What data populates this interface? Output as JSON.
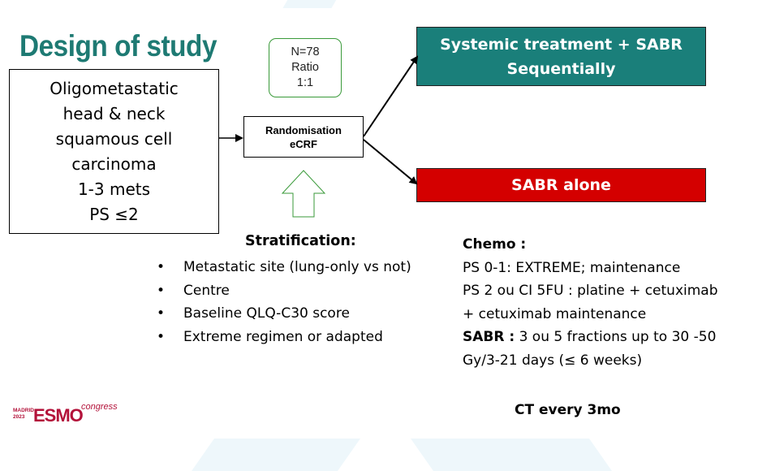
{
  "slide": {
    "title": "Design of study",
    "population": {
      "lines": [
        "Oligometastatic",
        "head & neck",
        "squamous cell",
        "carcinoma",
        "1-3 mets",
        "PS ≤2"
      ]
    },
    "sample": {
      "lines": [
        "N=78",
        "Ratio",
        "1:1"
      ]
    },
    "randomisation": {
      "line1": "Randomisation",
      "line2": "eCRF"
    },
    "arms": [
      {
        "lines": [
          "Systemic treatment + SABR",
          "Sequentially"
        ],
        "color": "#1a7f7a"
      },
      {
        "lines": [
          "SABR alone"
        ],
        "color": "#d40000"
      }
    ],
    "stratification": {
      "title": "Stratification:",
      "items": [
        "Metastatic site (lung-only vs not)",
        "Centre",
        "Baseline QLQ-C30 score",
        "Extreme regimen or adapted"
      ]
    },
    "chemo": {
      "title": "Chemo :",
      "line1": "PS 0-1: EXTREME;  maintenance",
      "line2": "PS 2 ou CI 5FU : platine + cetuximab",
      "line3": "+ cetuximab maintenance",
      "sabr_label": "SABR  :",
      "sabr_text": " 3 ou 5 fractions up to 30 -50",
      "line5": "Gy/3-21 days (≤ 6 weeks)"
    },
    "ct_followup": "CT every 3mo",
    "logo": {
      "city": "MADRID",
      "year": "2023",
      "brand": "ESMO",
      "suffix": "congress",
      "color": "#b3123a"
    },
    "colors": {
      "title": "#1e7a73",
      "arm1": "#1a7f7a",
      "arm2": "#d40000",
      "stratification_arrow": "#3a9a3a"
    },
    "icons": [
      "bullet-icon",
      "up-arrow-icon",
      "arrow-right-icon"
    ]
  }
}
